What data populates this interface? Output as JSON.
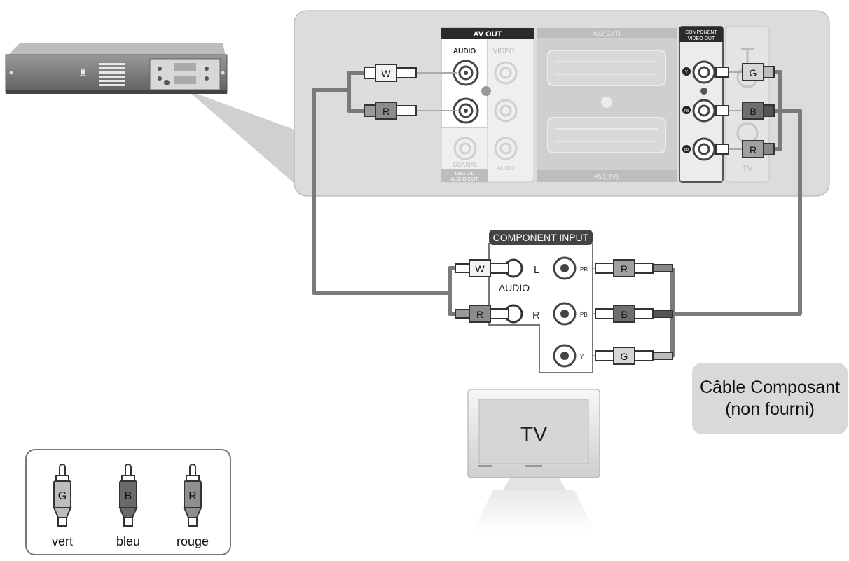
{
  "panel": {
    "av_out_title": "AV OUT",
    "audio_label": "AUDIO",
    "video_label": "VIDEO",
    "coaxial_label": "COAXIAL",
    "digital_audio_out_line1": "DIGITAL",
    "digital_audio_out_line2": "AUDIO OUT",
    "audio_sub_label": "AUDIO",
    "av2_label": "AV2(EXT)",
    "av1_label": "AV1(TV)",
    "component_video_out_line1": "COMPONENT",
    "component_video_out_line2": "VIDEO OUT",
    "tv_label": "TV",
    "y_mark": "Y",
    "pb_mark": "PB",
    "pr_mark": "PR"
  },
  "panel_plugs": {
    "audio_left": "W",
    "audio_right": "R",
    "component_y": "G",
    "component_pb": "B",
    "component_pr": "R"
  },
  "tv_input": {
    "title": "COMPONENT INPUT",
    "audio_label": "AUDIO",
    "l_label": "L",
    "r_label": "R",
    "pr_label": "PR",
    "pb_label": "PB",
    "y_label": "Y",
    "plug_audio_left": "W",
    "plug_audio_right": "R",
    "plug_pr": "R",
    "plug_pb": "B",
    "plug_y": "G"
  },
  "tv": {
    "screen_text": "TV"
  },
  "cable_label": {
    "line1": "Câble Composant",
    "line2": "(non fourni)"
  },
  "legend": {
    "items": [
      {
        "letter": "G",
        "name": "vert",
        "color": "#bdbdbd"
      },
      {
        "letter": "B",
        "name": "bleu",
        "color": "#6a6a6a"
      },
      {
        "letter": "R",
        "name": "rouge",
        "color": "#8f8f8f"
      }
    ]
  },
  "colors": {
    "panel_bg": "#dcdcdc",
    "cable": "#7a7a7a",
    "plug_light": "#f2f2f2",
    "plug_dark": "#8c8c8c"
  }
}
